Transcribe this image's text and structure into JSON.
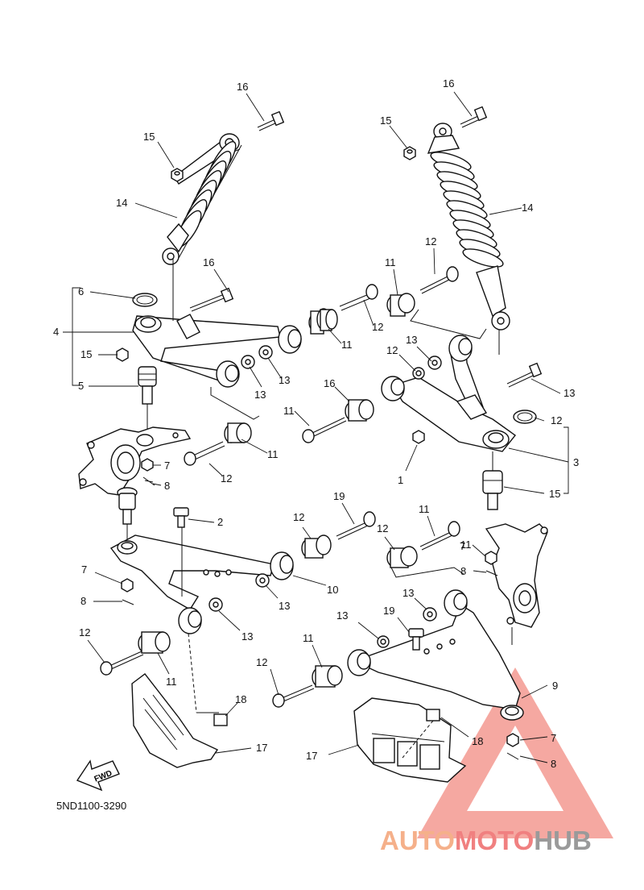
{
  "diagram_code": "5ND1100-3290",
  "fwd_label": "FWD",
  "watermark": {
    "part1": "AUTO",
    "part2": "MOTO",
    "part3": "HUB",
    "color1": "#f5b08a",
    "color2": "#f08080",
    "color3": "#9a9a9a",
    "triangle_color": "#f28b82"
  },
  "callouts": [
    {
      "id": "c1",
      "text": "16"
    },
    {
      "id": "c2",
      "text": "15"
    },
    {
      "id": "c3",
      "text": "14"
    },
    {
      "id": "c4",
      "text": "16"
    },
    {
      "id": "c5",
      "text": "6"
    },
    {
      "id": "c6",
      "text": "4"
    },
    {
      "id": "c7",
      "text": "15"
    },
    {
      "id": "c8",
      "text": "5"
    },
    {
      "id": "c9",
      "text": "7"
    },
    {
      "id": "c10",
      "text": "8"
    },
    {
      "id": "c11",
      "text": "12"
    },
    {
      "id": "c12",
      "text": "11"
    },
    {
      "id": "c13",
      "text": "13"
    },
    {
      "id": "c14",
      "text": "13"
    },
    {
      "id": "c15",
      "text": "11"
    },
    {
      "id": "c16",
      "text": "12"
    },
    {
      "id": "c17",
      "text": "16"
    },
    {
      "id": "c18",
      "text": "15"
    },
    {
      "id": "c19",
      "text": "14"
    },
    {
      "id": "c20",
      "text": "12"
    },
    {
      "id": "c21",
      "text": "11"
    },
    {
      "id": "c22",
      "text": "12"
    },
    {
      "id": "c23",
      "text": "13"
    },
    {
      "id": "c24",
      "text": "13"
    },
    {
      "id": "c25",
      "text": "16"
    },
    {
      "id": "c26",
      "text": "11"
    },
    {
      "id": "c27",
      "text": "12"
    },
    {
      "id": "c28",
      "text": "3"
    },
    {
      "id": "c29",
      "text": "1"
    },
    {
      "id": "c30",
      "text": "15"
    },
    {
      "id": "c31",
      "text": "2"
    },
    {
      "id": "c32",
      "text": "19"
    },
    {
      "id": "c33",
      "text": "12"
    },
    {
      "id": "c34",
      "text": "11"
    },
    {
      "id": "c35",
      "text": "12"
    },
    {
      "id": "c36",
      "text": "11"
    },
    {
      "id": "c37",
      "text": "7"
    },
    {
      "id": "c38",
      "text": "8"
    },
    {
      "id": "c39",
      "text": "10"
    },
    {
      "id": "c40",
      "text": "13"
    },
    {
      "id": "c41",
      "text": "7"
    },
    {
      "id": "c42",
      "text": "8"
    },
    {
      "id": "c43",
      "text": "13"
    },
    {
      "id": "c44",
      "text": "12"
    },
    {
      "id": "c45",
      "text": "11"
    },
    {
      "id": "c46",
      "text": "13"
    },
    {
      "id": "c47",
      "text": "13"
    },
    {
      "id": "c48",
      "text": "19"
    },
    {
      "id": "c49",
      "text": "11"
    },
    {
      "id": "c50",
      "text": "12"
    },
    {
      "id": "c51",
      "text": "9"
    },
    {
      "id": "c52",
      "text": "18"
    },
    {
      "id": "c53",
      "text": "18"
    },
    {
      "id": "c54",
      "text": "17"
    },
    {
      "id": "c55",
      "text": "17"
    },
    {
      "id": "c56",
      "text": "7"
    },
    {
      "id": "c57",
      "text": "8"
    }
  ]
}
